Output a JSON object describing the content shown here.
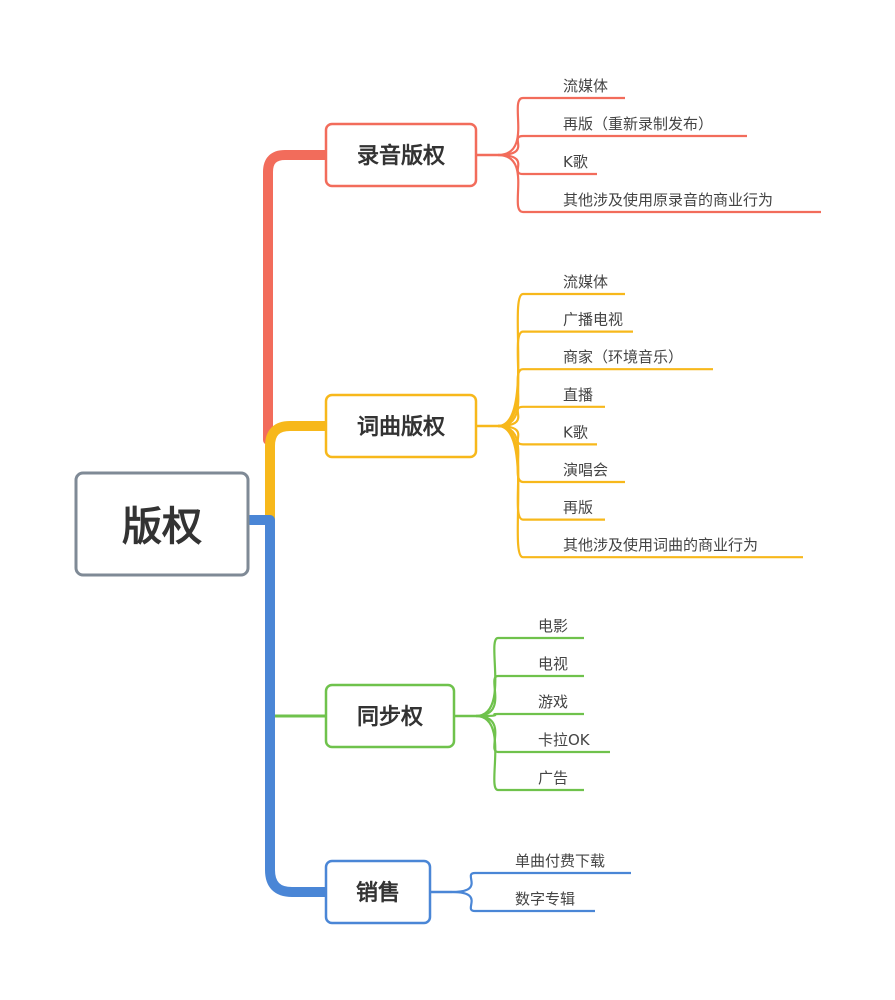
{
  "root": {
    "label": "版权"
  },
  "colors": {
    "root_border": "#7f8a96",
    "text": "#333333"
  },
  "branches": [
    {
      "label": "录音版权",
      "color": "#f26c5b",
      "leaves": [
        "流媒体",
        "再版（重新录制发布）",
        "K歌",
        "其他涉及使用原录音的商业行为"
      ]
    },
    {
      "label": "词曲版权",
      "color": "#f7b81b",
      "leaves": [
        "流媒体",
        "广播电视",
        "商家（环境音乐）",
        "直播",
        "K歌",
        "演唱会",
        "再版",
        "其他涉及使用词曲的商业行为"
      ]
    },
    {
      "label": "同步权",
      "color": "#6fc24c",
      "leaves": [
        "电影",
        "电视",
        "游戏",
        "卡拉OK",
        "广告"
      ]
    },
    {
      "label": "销售",
      "color": "#4a86d6",
      "leaves": [
        "单曲付费下载",
        "数字专辑"
      ]
    }
  ]
}
